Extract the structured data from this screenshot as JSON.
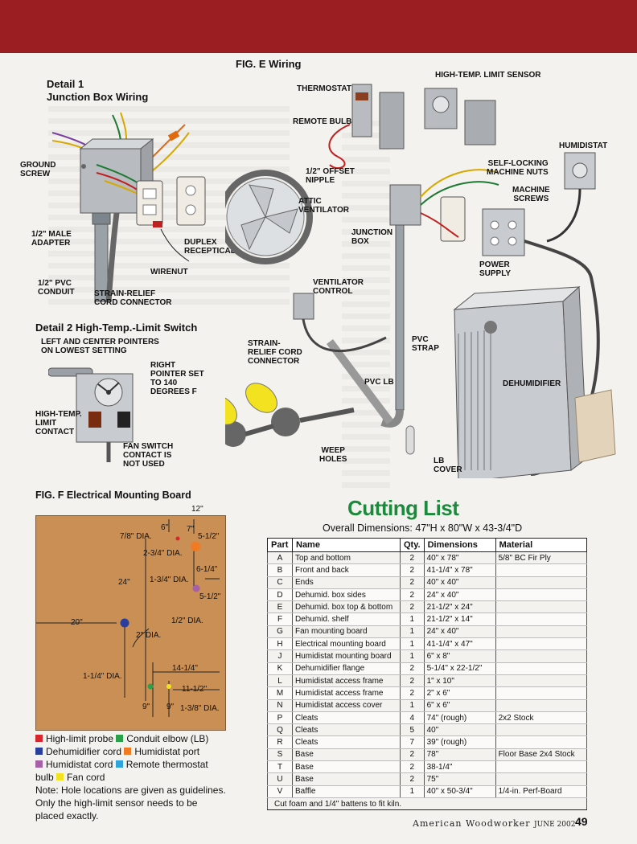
{
  "fig_e": {
    "title": "FIG. E  Wiring",
    "detail1_title": "Detail 1\nJunction Box Wiring",
    "detail1_labels": {
      "ground_screw": "GROUND\nSCREW",
      "male_adapter": "1/2\" MALE\nADAPTER",
      "pvc_conduit": "1/2\" PVC\nCONDUIT",
      "strain_relief": "STRAIN-RELIEF\nCORD CONNECTOR",
      "wirenut": "WIRENUT",
      "duplex": "DUPLEX\nRECEPTICAL"
    },
    "detail2_title": "Detail 2  High-Temp.-Limit Switch",
    "detail2_labels": {
      "left_center": "LEFT AND CENTER POINTERS\nON LOWEST SETTING",
      "right_pointer": "RIGHT\nPOINTER SET\nTO 140\nDEGREES F",
      "limit_contact": "HIGH-TEMP.\nLIMIT\nCONTACT",
      "fan_switch": "FAN SWITCH\nCONTACT IS\nNOT USED"
    },
    "main_labels": {
      "thermostat": "THERMOSTAT",
      "remote_bulb": "REMOTE BULB",
      "offset_nipple": "1/2\" OFFSET\nNIPPLE",
      "attic_vent": "ATTIC\nVENTILATOR",
      "high_temp_sensor": "HIGH-TEMP. LIMIT SENSOR",
      "humidistat": "HUMIDISTAT",
      "self_locking": "SELF-LOCKING\nMACHINE NUTS",
      "machine_screws": "MACHINE\nSCREWS",
      "junction_box": "JUNCTION\nBOX",
      "power_supply": "POWER\nSUPPLY",
      "ventilator_control": "VENTILATOR\nCONTROL",
      "strain_relief": "STRAIN-\nRELIEF CORD\nCONNECTOR",
      "pvc_strap": "PVC\nSTRAP",
      "pvc_lb": "PVC LB",
      "dehumidifier": "DEHUMIDIFIER",
      "weep_holes": "WEEP\nHOLES",
      "lb_cover": "LB\nCOVER"
    }
  },
  "fig_f": {
    "title": "FIG. F  Electrical Mounting Board",
    "dims": {
      "d12": "12\"",
      "d6": "6\"",
      "d7": "7\"",
      "d78": "7/8\" DIA.",
      "d512a": "5-1/2\"",
      "d234": "2-3/4\" DIA.",
      "d614": "6-1/4\"",
      "d24": "24\"",
      "d134": "1-3/4\" DIA.",
      "d512b": "5-1/2\"",
      "d20": "20\"",
      "d12dia": "1/2\" DIA.",
      "d2dia": "2\" DIA.",
      "d1414": "14-1/4\"",
      "d114": "1-1/4\" DIA.",
      "d1112": "11-1/2\"",
      "d9a": "9\"",
      "d9b": "9\"",
      "d138": "1-3/8\" DIA."
    },
    "legend": {
      "high_limit": "High-limit probe",
      "conduit_elbow": "Conduit elbow (LB)",
      "dehumid_cord": "Dehumidifier cord",
      "humid_port": "Humidistat port",
      "humid_cord": "Humidistat cord",
      "remote_thermo": "Remote thermostat",
      "bulb": "bulb",
      "fan_cord": "Fan cord",
      "note": "Note: Hole locations are given as guidelines. Only the high-limit sensor needs to be placed exactly."
    },
    "colors": {
      "red": "#d7262d",
      "green": "#2aa04a",
      "blue": "#2a3f9c",
      "orange": "#f07b22",
      "purple": "#a560a8",
      "cyan": "#2fa3dc",
      "yellow": "#f3e21f"
    }
  },
  "cutting_list": {
    "title": "Cutting List",
    "overall": "Overall Dimensions: 47\"H x 80\"W x 43-3/4\"D",
    "headers": [
      "Part",
      "Name",
      "Qty.",
      "Dimensions",
      "Material"
    ],
    "rows": [
      [
        "A",
        "Top and bottom",
        "2",
        "40\" x 78\"",
        "5/8\" BC Fir Ply"
      ],
      [
        "B",
        "Front and back",
        "2",
        "41-1/4\" x 78\"",
        ""
      ],
      [
        "C",
        "Ends",
        "2",
        "40\" x 40\"",
        ""
      ],
      [
        "D",
        "Dehumid. box sides",
        "2",
        "24\" x 40\"",
        ""
      ],
      [
        "E",
        "Dehumid. box top & bottom",
        "2",
        "21-1/2\" x 24\"",
        ""
      ],
      [
        "F",
        "Dehumid. shelf",
        "1",
        "21-1/2\" x 14\"",
        ""
      ],
      [
        "G",
        "Fan mounting board",
        "1",
        "24\" x 40\"",
        ""
      ],
      [
        "H",
        "Electrical mounting board",
        "1",
        "41-1/4\" x 47\"",
        ""
      ],
      [
        "J",
        "Humidistat mounting board",
        "1",
        "6\" x 8\"",
        ""
      ],
      [
        "K",
        "Dehumidifier flange",
        "2",
        "5-1/4\" x 22-1/2\"",
        ""
      ],
      [
        "L",
        "Humidistat access frame",
        "2",
        "1\" x 10\"",
        ""
      ],
      [
        "M",
        "Humidistat access frame",
        "2",
        "2\" x 6\"",
        ""
      ],
      [
        "N",
        "Humidistat access cover",
        "1",
        "6\" x 6\"",
        ""
      ],
      [
        "P",
        "Cleats",
        "4",
        "74\" (rough)",
        "2x2 Stock"
      ],
      [
        "Q",
        "Cleats",
        "5",
        "40\"",
        ""
      ],
      [
        "R",
        "Cleats",
        "7",
        "39\" (rough)",
        ""
      ],
      [
        "S",
        "Base",
        "2",
        "78\"",
        "Floor Base 2x4 Stock"
      ],
      [
        "T",
        "Base",
        "2",
        "38-1/4\"",
        ""
      ],
      [
        "U",
        "Base",
        "2",
        "75\"",
        ""
      ],
      [
        "V",
        "Baffle",
        "1",
        "40\" x 50-3/4\"",
        "1/4-in. Perf-Board"
      ]
    ],
    "footnote": "Cut foam and 1/4\" battens to fit kiln."
  },
  "footer": {
    "magazine": "American Woodworker",
    "date": "JUNE 2002",
    "page": "49"
  }
}
